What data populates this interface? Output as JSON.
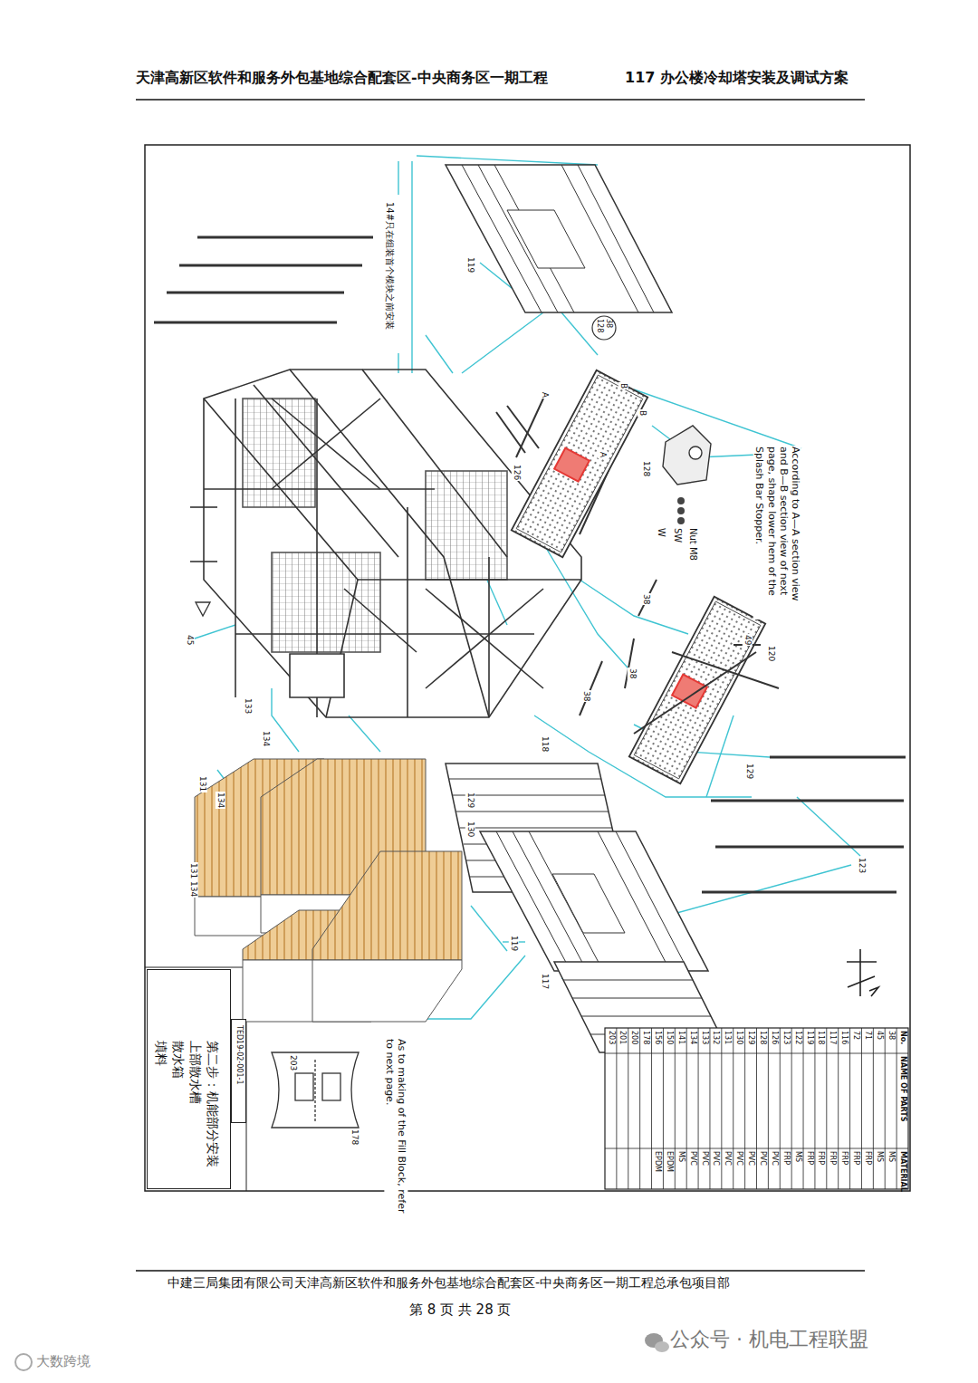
{
  "diagram": {
    "nodes": [
      {
        "text": [
          "第二步：机能部分安装",
          "上部散水槽",
          "散水箱",
          "填料"
        ]
      },
      {
        "text": [
          "TED19-02-001-1"
        ]
      }
    ],
    "labels": [
      "天津高新区软件和服务外包基地综合配套区-中央商务区一期工程",
      "117 办公楼冷却塔安装及调试方案",
      "中建三局集团有限公司天津高新区软件和服务外包基地综合配套区-中央商务区一期工程总承包项目部",
      "第 8 页 共 28 页",
      "公众号 · 机电工程联盟",
      "大数跨境",
      "14#只在组装首个模块之前安装",
      "119",
      "38",
      "128",
      "A",
      "B",
      "A",
      "B",
      "126",
      "128",
      "According to A—A section view and B—B section view of next page, shape lower hem of the Splash Bar Stopper.",
      "Nut M8",
      "SW",
      "W",
      "45",
      "38",
      "38",
      "38",
      "49",
      "120",
      "118",
      "129",
      "133",
      "134",
      "131",
      "134",
      "131 134",
      "123",
      "119",
      "117",
      "129",
      "130",
      "203",
      "178",
      "As to making of the Fill Block, refer to next page.",
      "No.",
      "NAME OF PARTS",
      "MATERIAL",
      "38",
      "45",
      "71",
      "72",
      "116",
      "117",
      "118",
      "119",
      "122",
      "123",
      "126",
      "128",
      "129",
      "130",
      "131",
      "132",
      "133",
      "134",
      "141",
      "150",
      "156",
      "178",
      "200",
      "201",
      "203",
      "MS",
      "MS",
      "FRP",
      "FRP",
      "FRP",
      "FRP",
      "FRP",
      "FRP",
      "MS",
      "FRP",
      "PVC",
      "PVC",
      "PVC",
      "PVC",
      "PVC",
      "PVC",
      "PVC",
      "PVC",
      "MS",
      "EPDM",
      "EPDM"
    ]
  }
}
